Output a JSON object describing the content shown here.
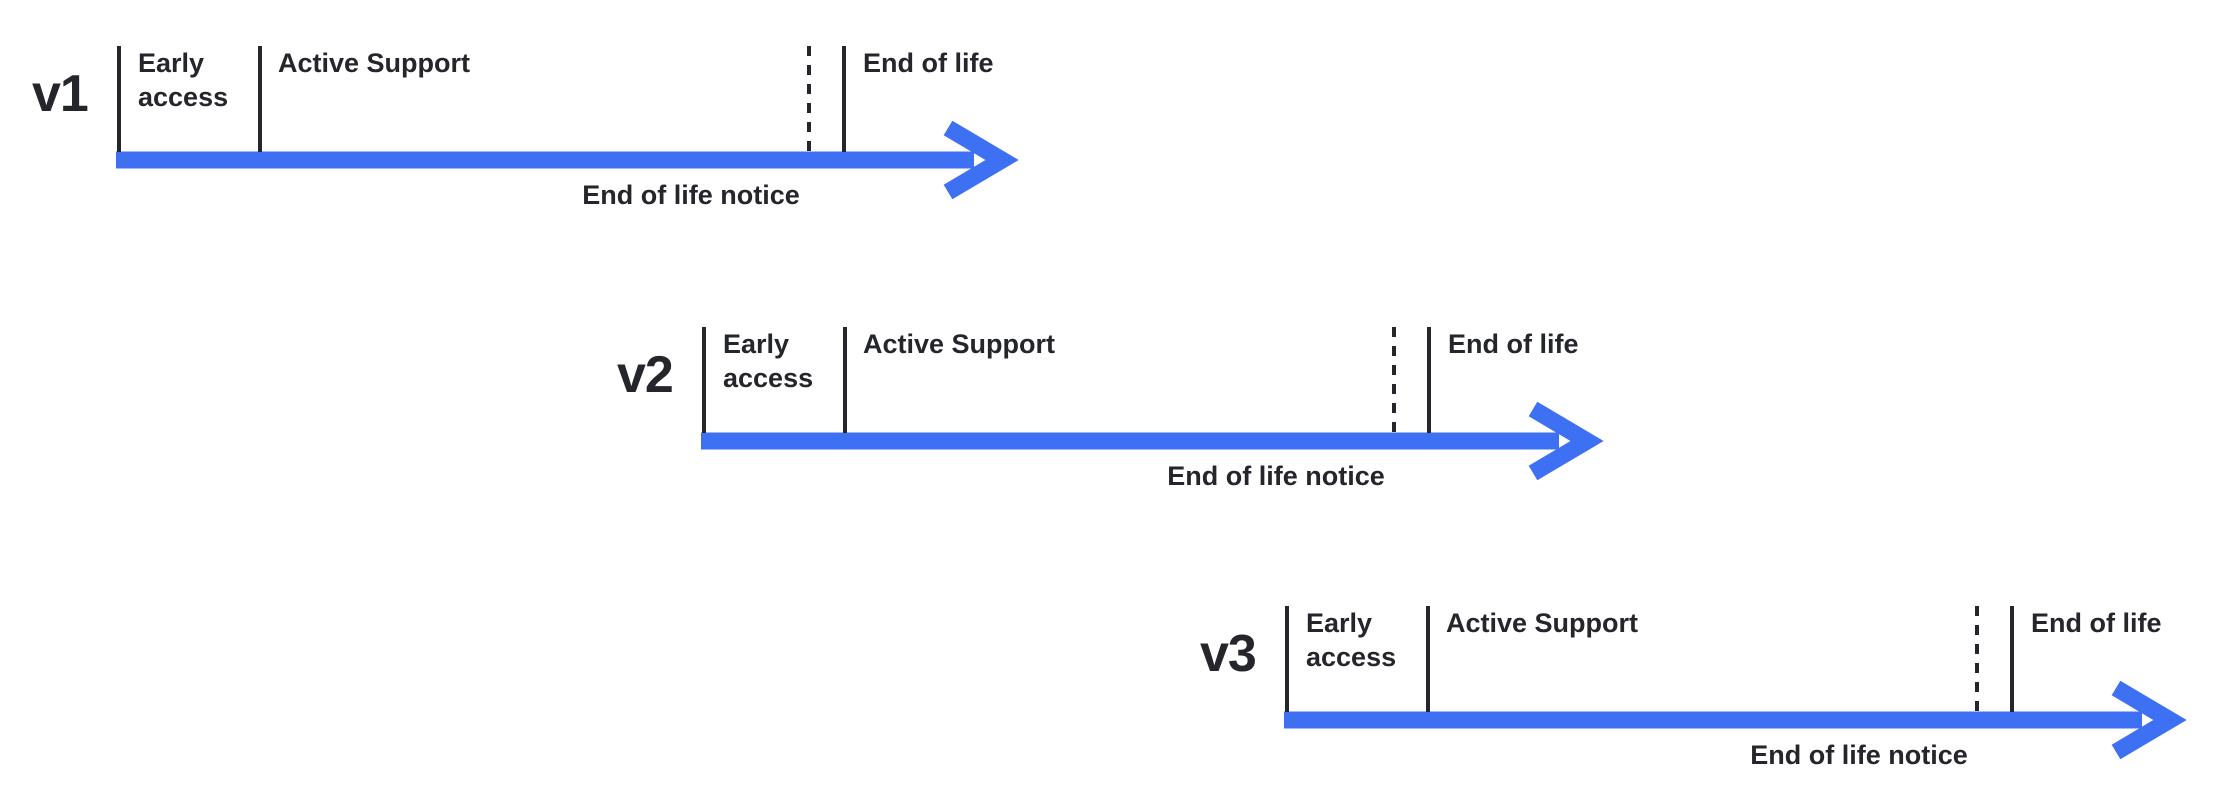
{
  "colors": {
    "arrow": "#3E70F3",
    "ink": "#24262C"
  },
  "timelines": [
    {
      "version": "v1",
      "early_access": "Early access",
      "active_support": "Active Support",
      "end_of_life": "End of life",
      "eol_notice": "End of life notice"
    },
    {
      "version": "v2",
      "early_access": "Early access",
      "active_support": "Active Support",
      "end_of_life": "End of life",
      "eol_notice": "End of life notice"
    },
    {
      "version": "v3",
      "early_access": "Early access",
      "active_support": "Active Support",
      "end_of_life": "End of life",
      "eol_notice": "End of life notice"
    }
  ]
}
